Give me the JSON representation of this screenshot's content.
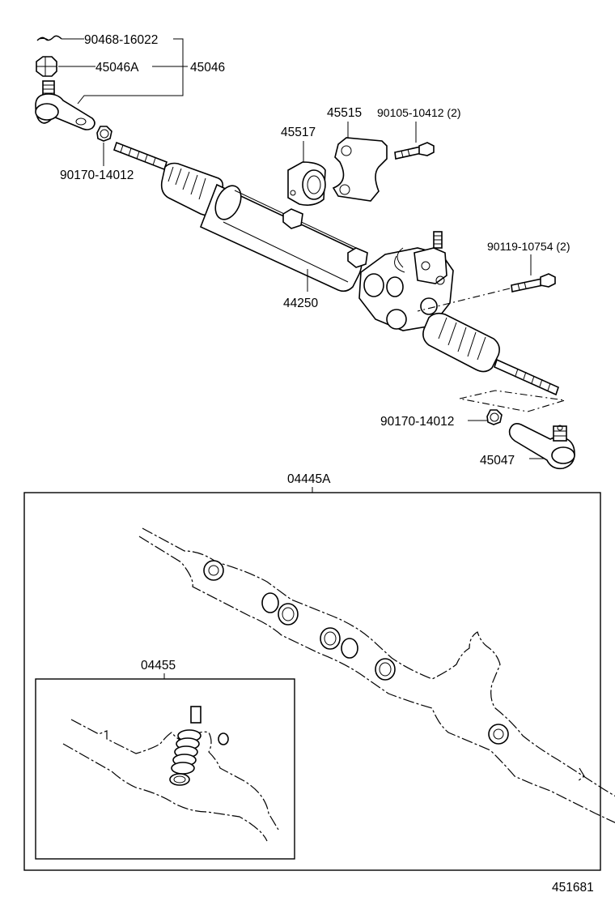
{
  "labels": {
    "cotter_pin": "90468-16022",
    "nut_45046a": "45046A",
    "tie_rod_end_lh": "45046",
    "nut_90170_top": "90170-14012",
    "bracket_45515": "45515",
    "bolt_90105": "90105-10412 (2)",
    "grommet_45517": "45517",
    "rack_assy": "44250",
    "bolt_90119": "90119-10754 (2)",
    "nut_90170_bottom": "90170-14012",
    "tie_rod_end_rh": "45047",
    "gasket_kit": "04445A",
    "seal_kit": "04455",
    "illustration_no": "451681"
  }
}
